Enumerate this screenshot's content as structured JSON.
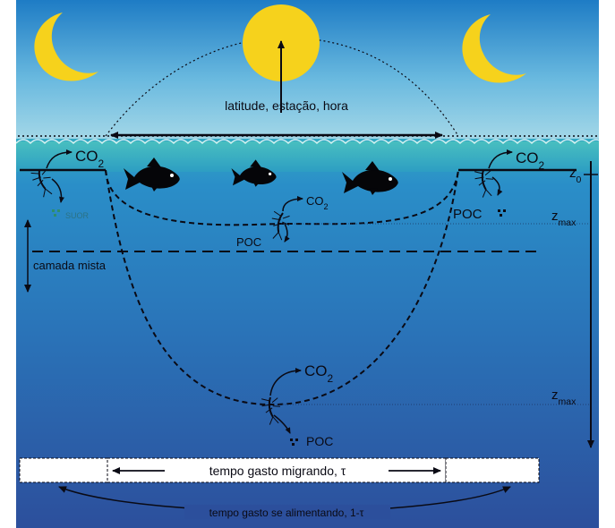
{
  "labels": {
    "latitude": "latitude, estação, hora",
    "co2_left": "CO2",
    "co2_right": "CO2",
    "co2_mid": "CO2",
    "co2_deep": "CO2",
    "poc_right": "POC",
    "poc_mid": "POC",
    "poc_deep": "POC",
    "poc_left_faded": "SUOR",
    "camada_mista": "camada mista",
    "z0": "z0",
    "zmax_upper": "zmax",
    "zmax_lower": "zmax",
    "tempo_migrando": "tempo gasto migrando, τ",
    "tempo_alimentando": "tempo gasto se alimentando, 1-τ"
  },
  "colors": {
    "sky_top": "#1f7fc8",
    "sky_bottom": "#9fd3e6",
    "surface_band": "#3ab6b6",
    "ocean_top": "#2a86c6",
    "ocean_bottom": "#2b4f9a",
    "sun": "#f6d21c",
    "moon": "#f6d21c",
    "line": "#0a0a14"
  }
}
